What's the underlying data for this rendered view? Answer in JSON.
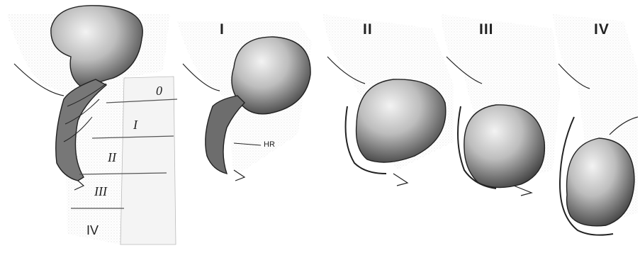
{
  "stages": {
    "title_1": "I",
    "title_2": "II",
    "title_3": "III",
    "title_4": "IV"
  },
  "scale": {
    "labels": [
      "0",
      "I",
      "II",
      "III",
      "IV"
    ]
  },
  "annotations": {
    "hr": "HR"
  },
  "colors": {
    "ink": "#1a1a1a",
    "tissue_shade": "#cfcfcf",
    "organ_light": "#e6e6e6",
    "organ_dark": "#444444"
  }
}
